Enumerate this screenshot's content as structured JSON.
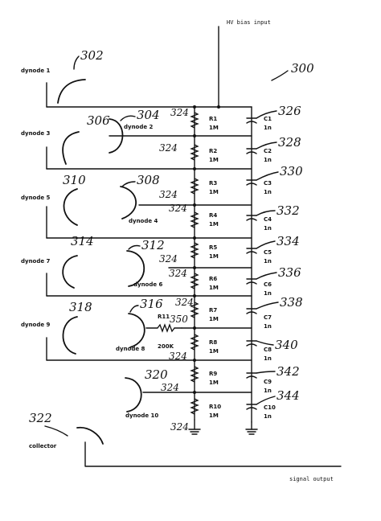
{
  "labels": {
    "hv_input": "HV bias input",
    "signal_output": "signal output",
    "collector": "collector",
    "fig_ref": "300"
  },
  "dynodes": {
    "d1": "dynode 1",
    "d2": "dynode 2",
    "d3": "dynode 3",
    "d4": "dynode 4",
    "d5": "dynode 5",
    "d6": "dynode 6",
    "d7": "dynode 7",
    "d8": "dynode 8",
    "d9": "dynode 9",
    "d10": "dynode 10"
  },
  "dynode_refs": {
    "d1": "302",
    "d2": "304",
    "d3": "306",
    "d4": "308",
    "d5": "310",
    "d6": "312",
    "d7": "314",
    "d8": "316",
    "d9": "318",
    "d10": "320",
    "collector": "322"
  },
  "resistors": [
    {
      "name": "R1",
      "value": "1M"
    },
    {
      "name": "R2",
      "value": "1M"
    },
    {
      "name": "R3",
      "value": "1M"
    },
    {
      "name": "R4",
      "value": "1M"
    },
    {
      "name": "R5",
      "value": "1M"
    },
    {
      "name": "R6",
      "value": "1M"
    },
    {
      "name": "R7",
      "value": "1M"
    },
    {
      "name": "R8",
      "value": "1M"
    },
    {
      "name": "R9",
      "value": "1M"
    },
    {
      "name": "R10",
      "value": "1M"
    }
  ],
  "capacitors": [
    {
      "name": "C1",
      "value": "1n",
      "ref": "326"
    },
    {
      "name": "C2",
      "value": "1n",
      "ref": "328"
    },
    {
      "name": "C3",
      "value": "1n",
      "ref": "330"
    },
    {
      "name": "C4",
      "value": "1n",
      "ref": "332"
    },
    {
      "name": "C5",
      "value": "1n",
      "ref": "334"
    },
    {
      "name": "C6",
      "value": "1n",
      "ref": "336"
    },
    {
      "name": "C7",
      "value": "1n",
      "ref": "338"
    },
    {
      "name": "C8",
      "value": "1n",
      "ref": "340"
    },
    {
      "name": "C9",
      "value": "1n",
      "ref": "342"
    },
    {
      "name": "C10",
      "value": "1n",
      "ref": "344"
    }
  ],
  "resistor_ref": "324",
  "extra_resistor": {
    "name": "R11",
    "value": "200K",
    "ref": "350"
  }
}
